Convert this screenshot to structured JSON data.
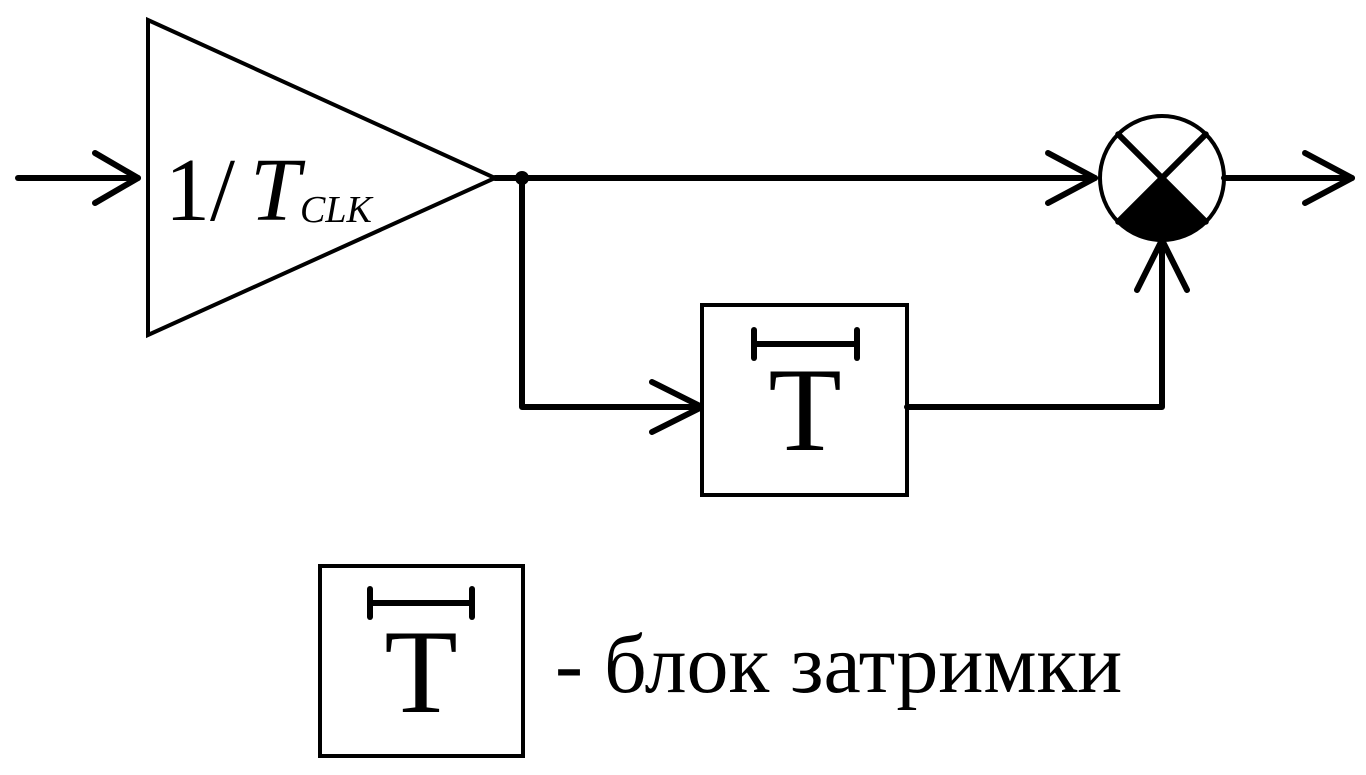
{
  "diagram": {
    "amplifier": {
      "gain_main": "1/",
      "gain_var": "T",
      "gain_sub": "CLK"
    },
    "delay_block": {
      "symbol": "T"
    },
    "legend": {
      "symbol": "T",
      "description": "- блок затримки"
    },
    "colors": {
      "line": "#000000",
      "background": "#ffffff"
    }
  }
}
